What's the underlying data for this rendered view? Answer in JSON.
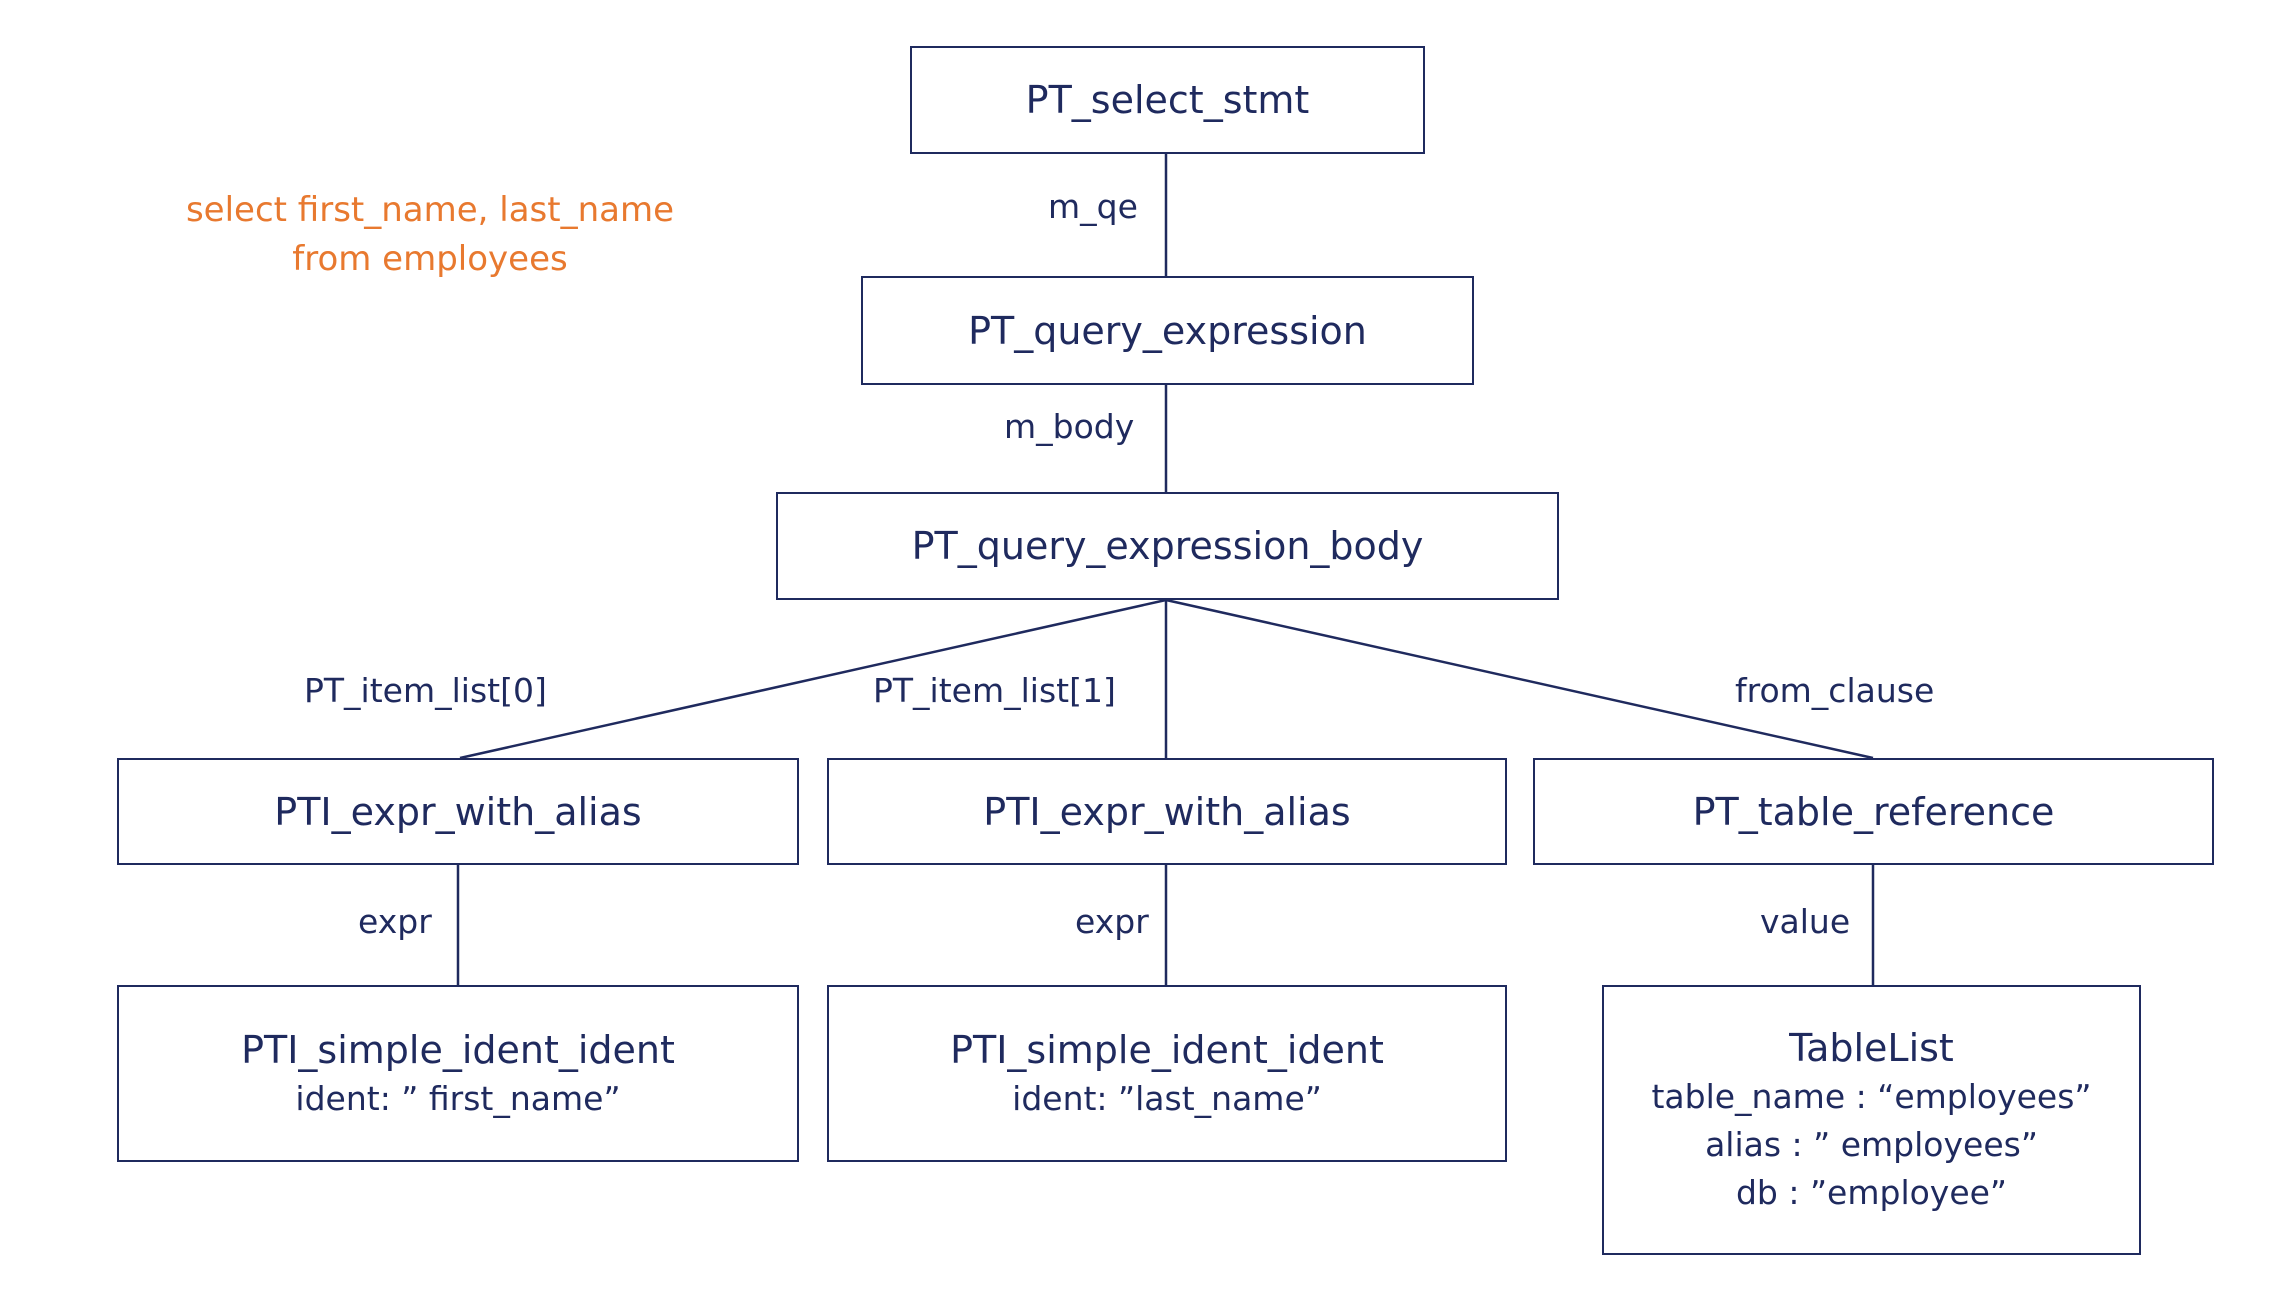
{
  "query": {
    "line1": "select first_name, last_name",
    "line2": "from employees"
  },
  "colors": {
    "ink": "#1f2a5e",
    "query": "#e8792f"
  },
  "nodes": {
    "select_stmt": {
      "title": "PT_select_stmt"
    },
    "query_expression": {
      "title": "PT_query_expression"
    },
    "query_expression_body": {
      "title": "PT_query_expression_body"
    },
    "expr_alias_0": {
      "title": "PTI_expr_with_alias"
    },
    "expr_alias_1": {
      "title": "PTI_expr_with_alias"
    },
    "table_reference": {
      "title": "PT_table_reference"
    },
    "simple_ident_0": {
      "title": "PTI_simple_ident_ident",
      "ident": "ident: ” first_name”"
    },
    "simple_ident_1": {
      "title": "PTI_simple_ident_ident",
      "ident": "ident: ”last_name”"
    },
    "table_list": {
      "title": "TableList",
      "table_name": "table_name : “employees”",
      "alias": "alias : ” employees”",
      "db": "db : ”employee”"
    }
  },
  "edges": {
    "m_qe": "m_qe",
    "m_body": "m_body",
    "item_list_0": "PT_item_list[0]",
    "item_list_1": "PT_item_list[1]",
    "from_clause": "from_clause",
    "expr_0": "expr",
    "expr_1": "expr",
    "value": "value"
  }
}
